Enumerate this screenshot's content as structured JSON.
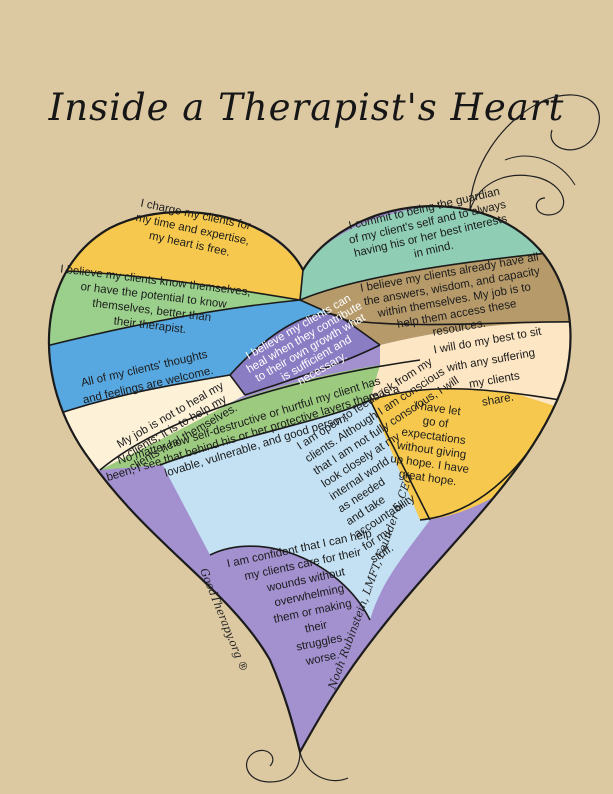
{
  "title": "Inside a Therapist's Heart",
  "segments": [
    {
      "id": "time",
      "color": "#f6c94e",
      "lines": [
        "I charge my clients for",
        "my time and expertise,",
        "my heart is free."
      ]
    },
    {
      "id": "guardian",
      "color": "#8fcdb5",
      "lines": [
        "I commit to being the guardian",
        "of my client's self and to always",
        "having his or her best interests",
        "in mind."
      ]
    },
    {
      "id": "know",
      "color": "#9bd08c",
      "lines": [
        "I believe my clients know themselves,",
        "or have the potential to know",
        "themselves, better than",
        "their therapist."
      ]
    },
    {
      "id": "answers",
      "color": "#b69a6a",
      "lines": [
        "I believe my clients already have all",
        "the answers, wisdom, and capacity",
        "within themselves. My job is to",
        "help them access these",
        "resources."
      ]
    },
    {
      "id": "thoughts",
      "color": "#57a7e0",
      "lines": [
        "All of my clients' thoughts",
        "and feelings are welcome."
      ]
    },
    {
      "id": "sit",
      "color": "#fde6c4",
      "lines": [
        "I will do my best to sit",
        "with any suffering",
        "my clients",
        "share."
      ]
    },
    {
      "id": "growth",
      "color": "#8b7dc3",
      "lines": [
        "I believe my clients can",
        "heal when they contribute",
        "to their own growth what",
        "is sufficient and",
        "necessary."
      ]
    },
    {
      "id": "heal",
      "color": "#fdf1d8",
      "lines": [
        "My job is not to heal my",
        "clients; it is to help my",
        "clients heal themselves."
      ]
    },
    {
      "id": "nomatter",
      "color": "#9ccb7f",
      "lines": [
        "No matter how self-destructive or hurtful my client has",
        "been, I see that behind his or her protective layers there is a",
        "lovable, vulnerable, and good person."
      ]
    },
    {
      "id": "expectations",
      "color": "#f6c94e",
      "lines": [
        "I have let",
        "go of",
        "expectations",
        "without giving",
        "up hope. I have",
        "great hope."
      ]
    },
    {
      "id": "feedback",
      "color": "#c3e1f3",
      "lines": [
        "I am open to feedback from my",
        "clients. Although I am conscious",
        "that I am not fully conscious, I will",
        "look closely at my",
        "internal world",
        "as needed",
        "and take",
        "accountability",
        "for my",
        "stuff."
      ]
    },
    {
      "id": "confident",
      "color": "#a290cf",
      "lines": [
        "I am confident that I can help",
        "my clients care for their",
        "wounds without",
        "overwhelming",
        "them or making",
        "their",
        "struggles",
        "worse."
      ]
    }
  ],
  "credits": {
    "site": "GoodTherapy.org ®",
    "author": "Noah Rubinstein, LMFT, Founder & CEO"
  }
}
